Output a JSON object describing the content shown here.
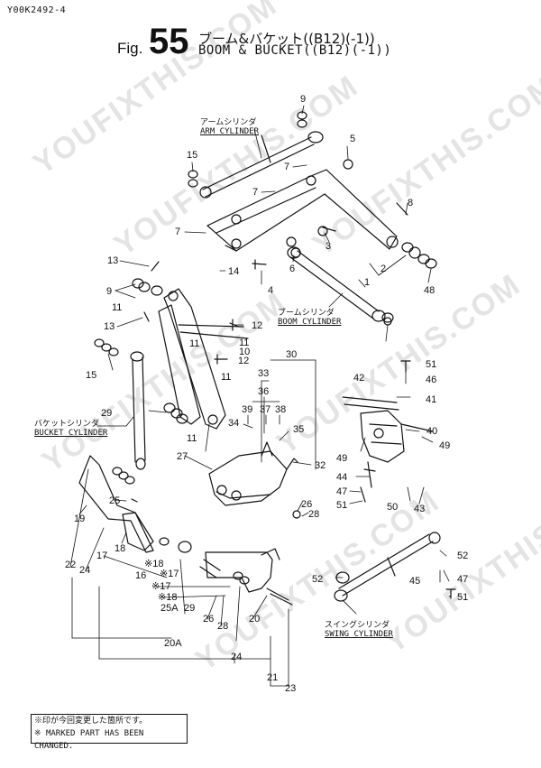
{
  "header": {
    "doc_id": "Y00K2492-4",
    "fig_label": "Fig.",
    "fig_number": "55",
    "title_jp": "ブーム&バケット((B12)(-1))",
    "title_en": "BOOM & BUCKET((B12)(-1))"
  },
  "components": {
    "arm_cylinder": {
      "jp": "アームシリンダ",
      "en": "ARM CYLINDER"
    },
    "boom_cylinder": {
      "jp": "ブームシリンダ",
      "en": "BOOM CYLINDER"
    },
    "bucket_cylinder": {
      "jp": "バケットシリンダ",
      "en": "BUCKET CYLINDER"
    },
    "swing_cylinder": {
      "jp": "スイングシリンダ",
      "en": "SWING CYLINDER"
    }
  },
  "callouts": [
    "9",
    "5",
    "15",
    "7",
    "7",
    "8",
    "7",
    "3",
    "13",
    "14",
    "6",
    "2",
    "4",
    "48",
    "9",
    "11",
    "1",
    "13",
    "12",
    "11",
    "11",
    "10",
    "12",
    "15",
    "30",
    "33",
    "36",
    "39",
    "37",
    "38",
    "11",
    "42",
    "51",
    "46",
    "41",
    "29",
    "34",
    "35",
    "11",
    "40",
    "49",
    "49",
    "27",
    "32",
    "44",
    "47",
    "51",
    "50",
    "43",
    "19",
    "25",
    "26",
    "28",
    "18",
    "52",
    "22",
    "24",
    "17",
    "16",
    "※18",
    "※17",
    "※17",
    "※18",
    "45",
    "47",
    "52",
    "51",
    "25A",
    "29",
    "26",
    "28",
    "20",
    "24",
    "20A",
    "21",
    "23"
  ],
  "notice": {
    "line1_jp": "※印が今回変更した箇所です。",
    "line2_en": "※ MARKED PART HAS BEEN CHANGED."
  },
  "watermark": "YOUFIXTHIS.COM"
}
